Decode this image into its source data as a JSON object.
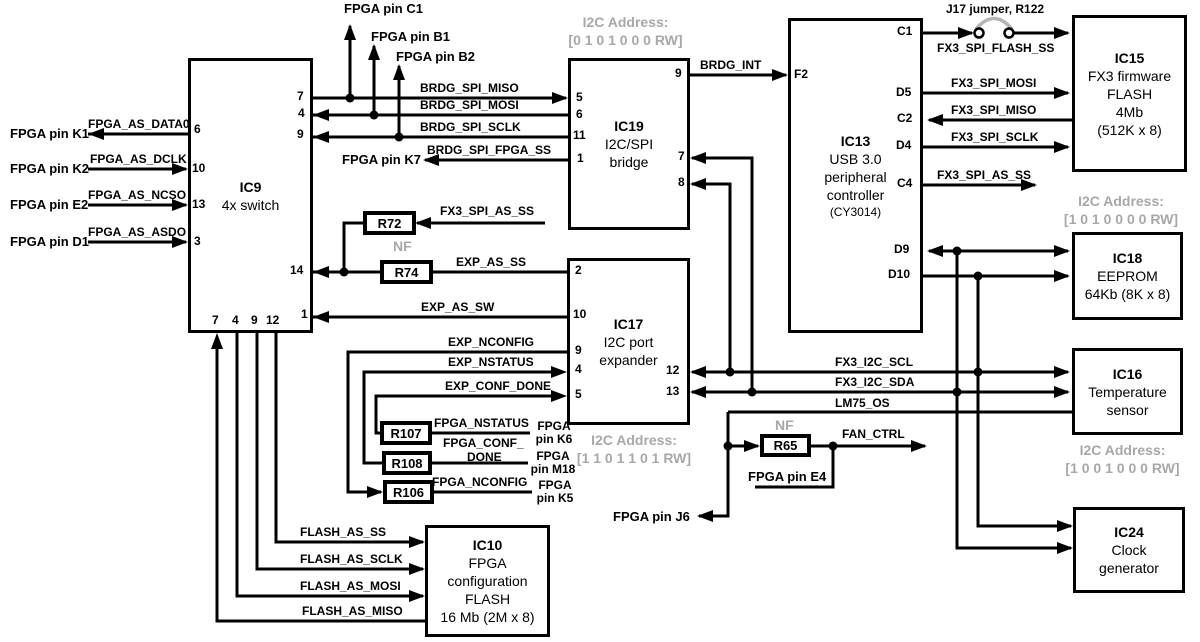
{
  "ic9": {
    "name": "IC9",
    "desc": "4x switch",
    "pins_left": [
      "6",
      "10",
      "13",
      "3"
    ],
    "pins_right": [
      "7",
      "4",
      "9",
      "14",
      "1"
    ],
    "pins_bottom": [
      "7",
      "4",
      "9",
      "12"
    ]
  },
  "ic19": {
    "name": "IC19",
    "lines": [
      "I2C/SPI",
      "bridge"
    ],
    "pins_left": [
      "5",
      "6",
      "11",
      "1"
    ],
    "pins_right": [
      "9",
      "7",
      "8"
    ]
  },
  "ic13": {
    "name": "IC13",
    "lines": [
      "USB 3.0",
      "peripheral",
      "controller",
      "(CY3014)"
    ],
    "pin_left": "F2",
    "pins_right": [
      "C1",
      "D5",
      "C2",
      "D4",
      "C4",
      "D9",
      "D10"
    ]
  },
  "ic15": {
    "name": "IC15",
    "lines": [
      "FX3 firmware",
      "FLASH",
      "4Mb",
      "(512K x 8)"
    ]
  },
  "ic17": {
    "name": "IC17",
    "lines": [
      "I2C port",
      "expander"
    ],
    "pins_left": [
      "2",
      "10",
      "9",
      "4",
      "5"
    ],
    "pins_right": [
      "12",
      "13"
    ]
  },
  "ic18": {
    "name": "IC18",
    "lines": [
      "EEPROM",
      "64Kb (8K x 8)"
    ]
  },
  "ic16": {
    "name": "IC16",
    "lines": [
      "Temperature",
      "sensor"
    ]
  },
  "ic24": {
    "name": "IC24",
    "lines": [
      "Clock",
      "generator"
    ]
  },
  "ic10": {
    "name": "IC10",
    "lines": [
      "FPGA",
      "configuration",
      "FLASH",
      "16 Mb (2M x 8)"
    ]
  },
  "resistors": {
    "r72": "R72",
    "r74": "R74",
    "r107": "R107",
    "r108": "R108",
    "r106": "R106",
    "r65": "R65"
  },
  "nf": "NF",
  "jumper_label": "J17 jumper, R122",
  "addresses": {
    "ic19": [
      "I2C Address:",
      "[0 1 0 1 0 0 0 RW]"
    ],
    "ic18": [
      "I2C Address:",
      "[1 0 1 0 0 0 0 RW]"
    ],
    "ic17": [
      "I2C Address:",
      "[1 1 0 1 1 0 1 RW]"
    ],
    "ic16": [
      "I2C Address:",
      "[1 0 0 1 0 0 0 RW]"
    ]
  },
  "signals": {
    "fpga_as_data0": "FPGA_AS_DATA0",
    "fpga_as_dclk": "FPGA_AS_DCLK",
    "fpga_as_ncso": "FPGA_AS_NCSO",
    "fpga_as_asdo": "FPGA_AS_ASDO",
    "brdg_spi_miso": "BRDG_SPI_MISO",
    "brdg_spi_mosi": "BRDG_SPI_MOSI",
    "brdg_spi_sclk": "BRDG_SPI_SCLK",
    "brdg_spi_fpga_ss": "BRDG_SPI_FPGA_SS",
    "brdg_int": "BRDG_INT",
    "fx3_spi_flash_ss": "FX3_SPI_FLASH_SS",
    "fx3_spi_mosi": "FX3_SPI_MOSI",
    "fx3_spi_miso": "FX3_SPI_MISO",
    "fx3_spi_sclk": "FX3_SPI_SCLK",
    "fx3_spi_as_ss": "FX3_SPI_AS_SS",
    "exp_as_ss": "EXP_AS_SS",
    "exp_as_sw": "EXP_AS_SW",
    "exp_nconfig": "EXP_NCONFIG",
    "exp_nstatus": "EXP_NSTATUS",
    "exp_conf_done": "EXP_CONF_DONE",
    "fpga_nstatus": "FPGA_NSTATUS",
    "fpga_conf_l1": "FPGA_CONF_",
    "fpga_conf_l2": "DONE",
    "fpga_nconfig": "FPGA_NCONFIG",
    "fx3_i2c_scl": "FX3_I2C_SCL",
    "fx3_i2c_sda": "FX3_I2C_SDA",
    "lm75_os": "LM75_OS",
    "fan_ctrl": "FAN_CTRL",
    "flash_as_ss": "FLASH_AS_SS",
    "flash_as_sclk": "FLASH_AS_SCLK",
    "flash_as_mosi": "FLASH_AS_MOSI",
    "flash_as_miso": "FLASH_AS_MISO"
  },
  "fpga_pins": {
    "k1": "FPGA pin K1",
    "k2": "FPGA pin K2",
    "e2": "FPGA pin E2",
    "d1": "FPGA pin D1",
    "c1": "FPGA pin C1",
    "b1": "FPGA pin B1",
    "b2": "FPGA pin B2",
    "k7": "FPGA pin K7",
    "k6": "FPGA pin K6",
    "m18": "FPGA pin M18",
    "k5": "FPGA pin K5",
    "e4": "FPGA pin E4",
    "j6": "FPGA pin J6"
  },
  "colors": {
    "line": "#000000",
    "gray_text": "#a8a8a8",
    "jumper_arc": "#b5b5b5"
  }
}
